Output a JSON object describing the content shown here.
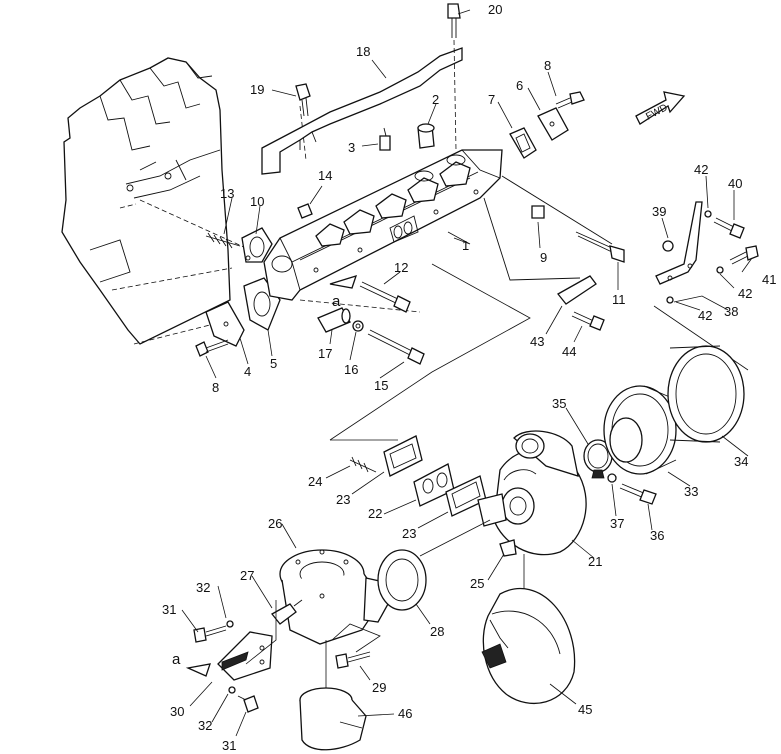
{
  "diagram": {
    "fwd_label": "FWD",
    "view_mark": "a",
    "callouts": [
      {
        "id": "c1",
        "text": "1"
      },
      {
        "id": "c2",
        "text": "2"
      },
      {
        "id": "c3",
        "text": "3"
      },
      {
        "id": "c4",
        "text": "4"
      },
      {
        "id": "c5",
        "text": "5"
      },
      {
        "id": "c6",
        "text": "6"
      },
      {
        "id": "c7",
        "text": "7"
      },
      {
        "id": "c8a",
        "text": "8"
      },
      {
        "id": "c8b",
        "text": "8"
      },
      {
        "id": "c9",
        "text": "9"
      },
      {
        "id": "c10",
        "text": "10"
      },
      {
        "id": "c11",
        "text": "11"
      },
      {
        "id": "c12",
        "text": "12"
      },
      {
        "id": "c13",
        "text": "13"
      },
      {
        "id": "c14",
        "text": "14"
      },
      {
        "id": "c15",
        "text": "15"
      },
      {
        "id": "c16",
        "text": "16"
      },
      {
        "id": "c17",
        "text": "17"
      },
      {
        "id": "c18",
        "text": "18"
      },
      {
        "id": "c19",
        "text": "19"
      },
      {
        "id": "c20",
        "text": "20"
      },
      {
        "id": "c21",
        "text": "21"
      },
      {
        "id": "c22",
        "text": "22"
      },
      {
        "id": "c23a",
        "text": "23"
      },
      {
        "id": "c23b",
        "text": "23"
      },
      {
        "id": "c24",
        "text": "24"
      },
      {
        "id": "c25",
        "text": "25"
      },
      {
        "id": "c26",
        "text": "26"
      },
      {
        "id": "c27",
        "text": "27"
      },
      {
        "id": "c28",
        "text": "28"
      },
      {
        "id": "c29",
        "text": "29"
      },
      {
        "id": "c30",
        "text": "30"
      },
      {
        "id": "c31a",
        "text": "31"
      },
      {
        "id": "c31b",
        "text": "31"
      },
      {
        "id": "c32a",
        "text": "32"
      },
      {
        "id": "c32b",
        "text": "32"
      },
      {
        "id": "c33",
        "text": "33"
      },
      {
        "id": "c34",
        "text": "34"
      },
      {
        "id": "c35",
        "text": "35"
      },
      {
        "id": "c36",
        "text": "36"
      },
      {
        "id": "c37",
        "text": "37"
      },
      {
        "id": "c38",
        "text": "38"
      },
      {
        "id": "c39",
        "text": "39"
      },
      {
        "id": "c40",
        "text": "40"
      },
      {
        "id": "c41",
        "text": "41"
      },
      {
        "id": "c42a",
        "text": "42"
      },
      {
        "id": "c42b",
        "text": "42"
      },
      {
        "id": "c42c",
        "text": "42"
      },
      {
        "id": "c43",
        "text": "43"
      },
      {
        "id": "c44",
        "text": "44"
      },
      {
        "id": "c45",
        "text": "45"
      },
      {
        "id": "c46",
        "text": "46"
      }
    ]
  }
}
